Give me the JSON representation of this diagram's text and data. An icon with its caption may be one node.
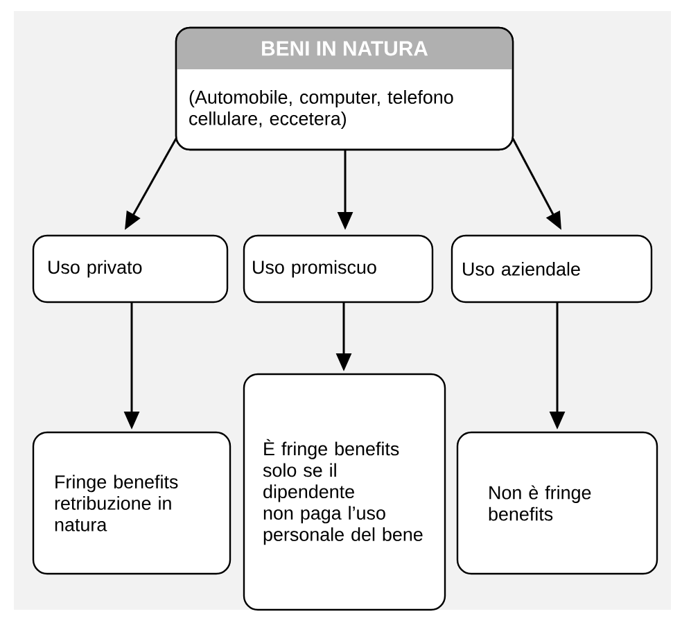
{
  "diagram": {
    "nodes": [
      {
        "text": [
          "BENI IN NATURA",
          "(Automobile, computer, telefono cellulare, eccetera)"
        ]
      },
      {
        "text": [
          "Uso privato"
        ]
      },
      {
        "text": [
          "Uso promiscuo"
        ]
      },
      {
        "text": [
          "Uso aziendale"
        ]
      },
      {
        "text": [
          "Fringe benefits retribuzione in natura"
        ]
      },
      {
        "text": [
          "È fringe benefits solo se il dipendente non paga l’uso personale del bene"
        ]
      },
      {
        "text": [
          "Non è fringe benefits"
        ]
      }
    ],
    "edges": [
      {
        "from": 0,
        "to": 1,
        "arrow": "to"
      },
      {
        "from": 0,
        "to": 2,
        "arrow": "to"
      },
      {
        "from": 0,
        "to": 3,
        "arrow": "to"
      },
      {
        "from": 1,
        "to": 4,
        "arrow": "to"
      },
      {
        "from": 2,
        "to": 5,
        "arrow": "to"
      },
      {
        "from": 3,
        "to": 6,
        "arrow": "to"
      }
    ]
  }
}
